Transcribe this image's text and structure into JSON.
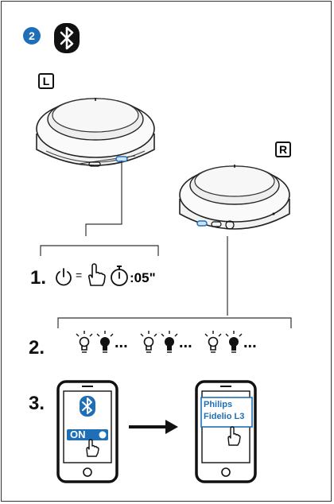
{
  "header": {
    "step_badge": "2",
    "bluetooth_icon": "bluetooth-icon",
    "badge_color": "#1e6fb8"
  },
  "earcups": {
    "left_label": "L",
    "right_label": "R"
  },
  "steps": [
    {
      "number": "1.",
      "power_icon": "power-icon",
      "equals": "=",
      "press_icon": "finger-press-icon",
      "timer_icon": "stopwatch-icon",
      "duration": ":05\""
    },
    {
      "number": "2.",
      "pattern": "led-blink-sequence",
      "ellipsis": "..."
    },
    {
      "number": "3."
    }
  ],
  "phone_left": {
    "toggle_label": "ON",
    "icon": "bluetooth-icon"
  },
  "phone_right": {
    "device_line1": "Philips",
    "device_line2": "Fidelio L3"
  },
  "colors": {
    "accent": "#1e6fb8",
    "line": "#333333"
  }
}
